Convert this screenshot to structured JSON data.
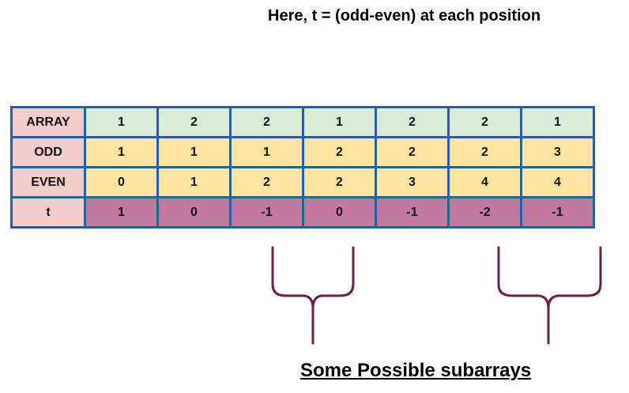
{
  "title": "Here, t = (odd-even) at each position",
  "table": {
    "rows": [
      {
        "label": "ARRAY",
        "values": [
          "1",
          "2",
          "2",
          "1",
          "2",
          "2",
          "1"
        ]
      },
      {
        "label": "ODD",
        "values": [
          "1",
          "1",
          "1",
          "2",
          "2",
          "2",
          "3"
        ]
      },
      {
        "label": "EVEN",
        "values": [
          "0",
          "1",
          "2",
          "2",
          "3",
          "4",
          "4"
        ]
      },
      {
        "label": "t",
        "values": [
          "1",
          "0",
          "-1",
          "0",
          "-1",
          "-2",
          "-1"
        ]
      }
    ]
  },
  "colors": {
    "border": "#2b5f95",
    "row_header": "#f3cccc",
    "array_row": "#d8ecd8",
    "odd_even_rows": "#fde49f",
    "t_row": "#c2789f",
    "brace": "#6b1f4a"
  },
  "caption": "Some Possible subarrays"
}
